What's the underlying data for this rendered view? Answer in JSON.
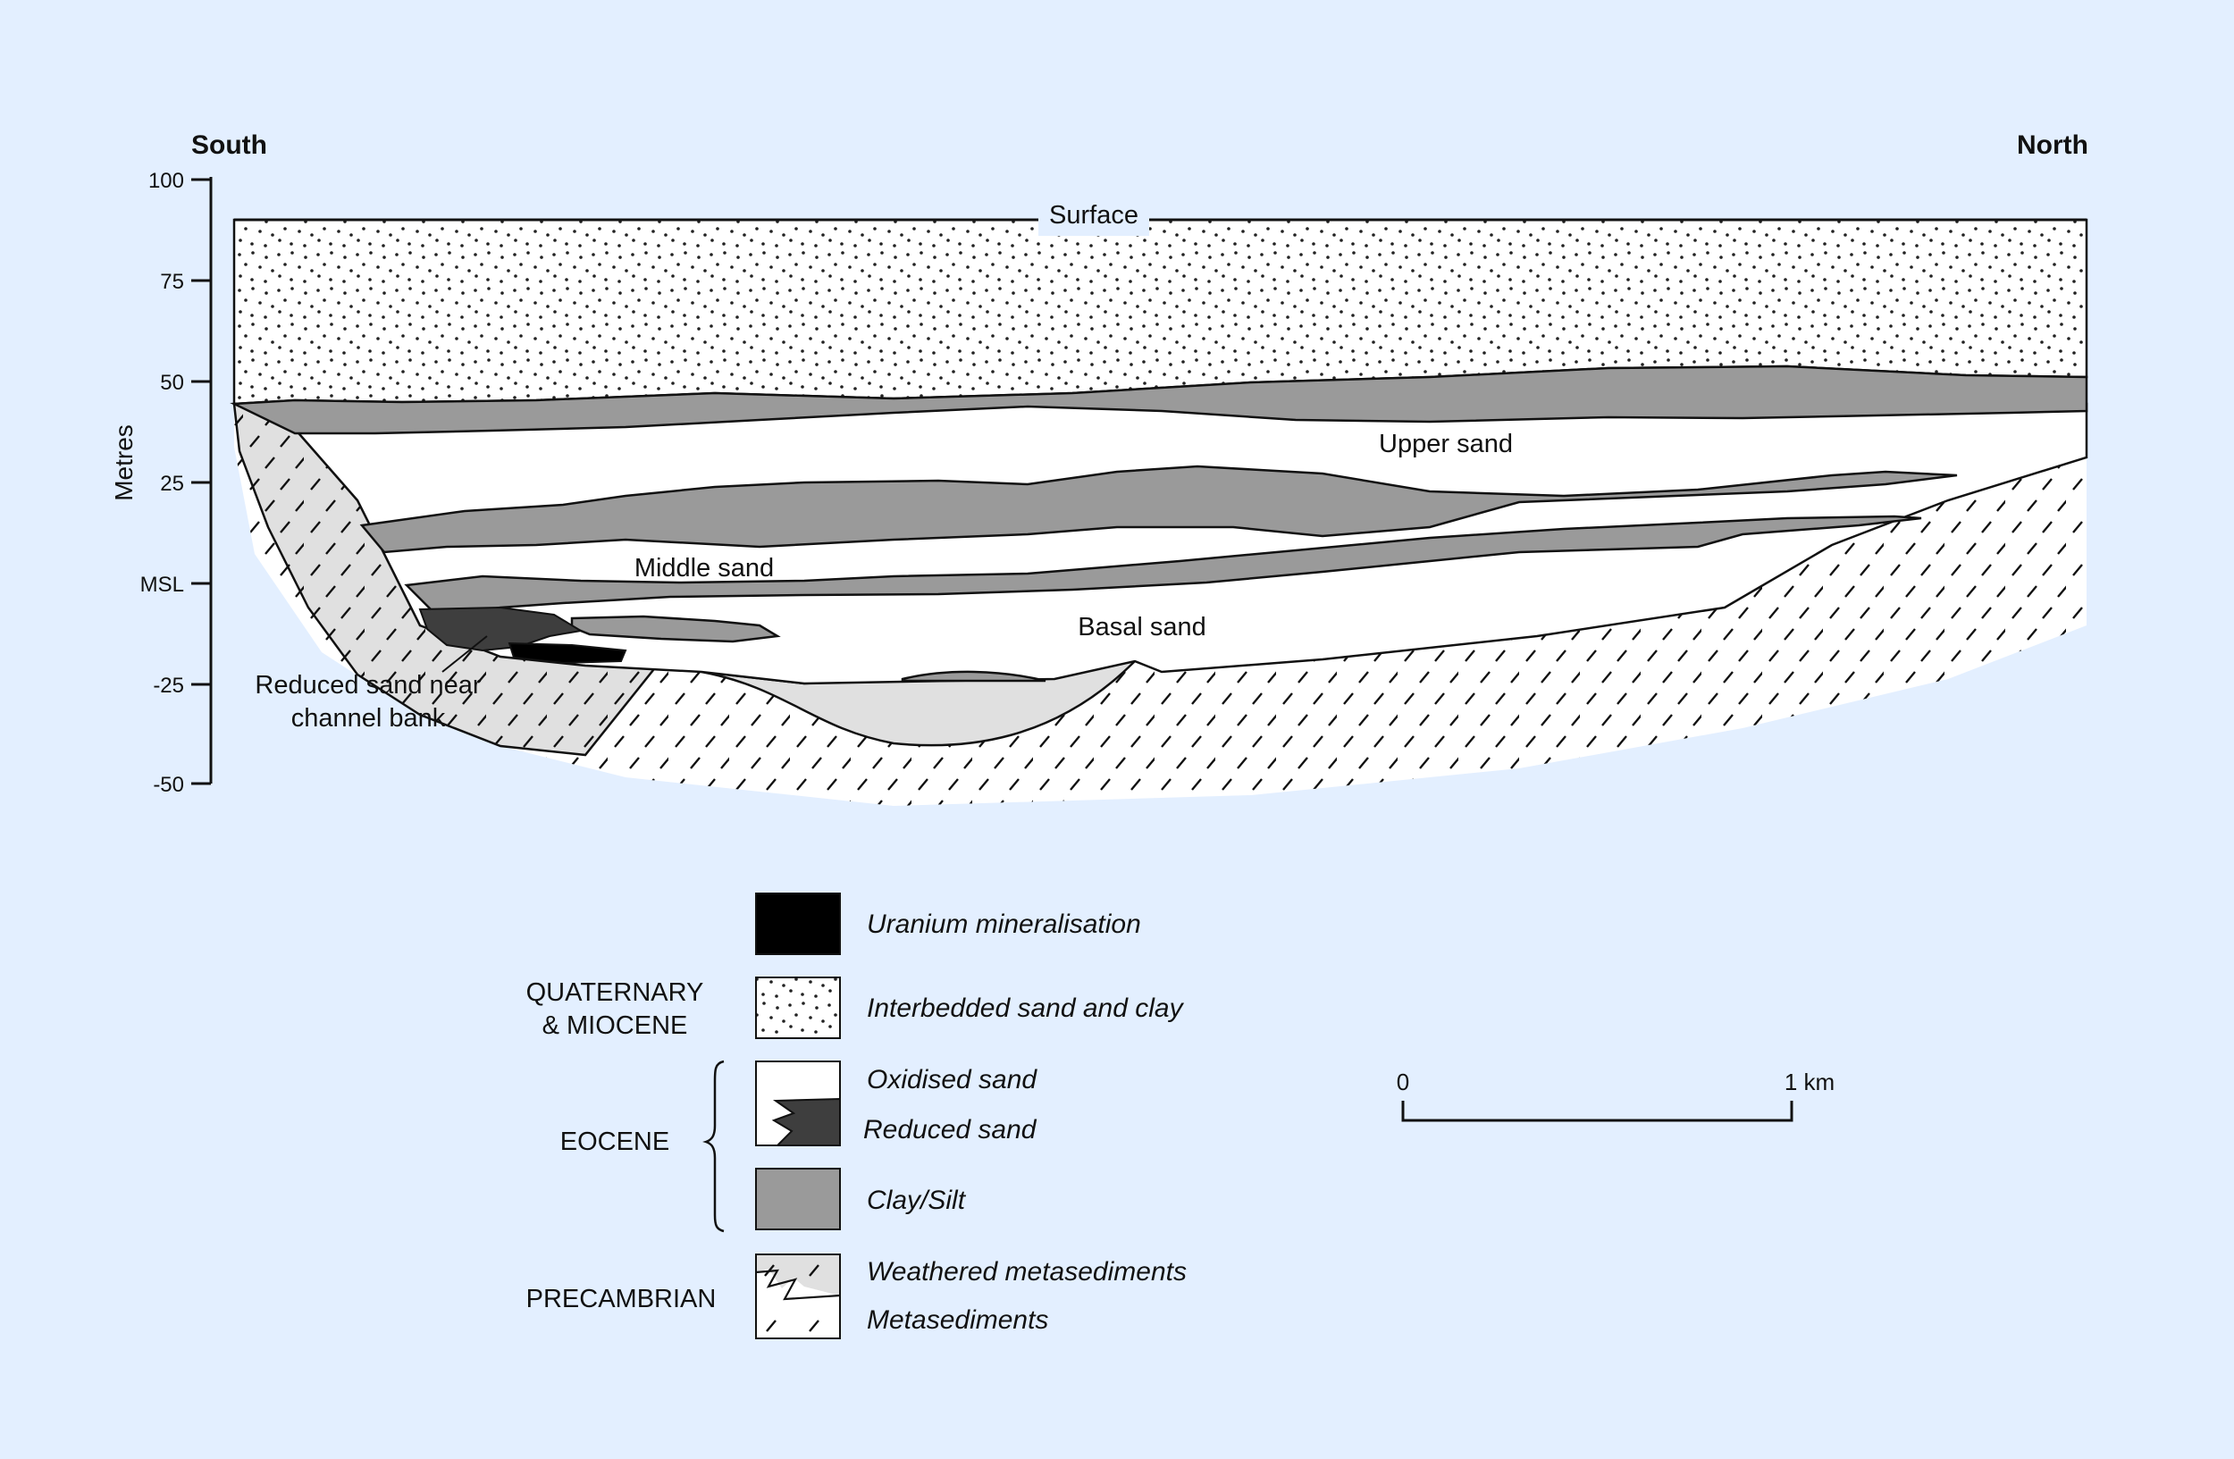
{
  "section": {
    "left_end": "South",
    "right_end": "North",
    "y_axis_title": "Metres",
    "y_ticks": [
      "100",
      "75",
      "50",
      "25",
      "MSL",
      "-25",
      "-50"
    ],
    "surface_label": "Surface",
    "units": {
      "upper": "Upper sand",
      "middle": "Middle sand",
      "basal": "Basal sand"
    },
    "annotation": [
      "Reduced sand near",
      "channel bank"
    ]
  },
  "legend": {
    "ages": {
      "quaternary": [
        "QUATERNARY",
        "& MIOCENE"
      ],
      "eocene": "EOCENE",
      "precambrian": "PRECAMBRIAN"
    },
    "items": {
      "uranium": "Uranium mineralisation",
      "interbedded": "Interbedded sand and clay",
      "oxidised": "Oxidised sand",
      "reduced": "Reduced sand",
      "clay": "Clay/Silt",
      "weathered": "Weathered metasediments",
      "meta": "Metasediments"
    }
  },
  "scale_bar": {
    "start": "0",
    "end": "1 km"
  },
  "colors": {
    "background": "#e3efff",
    "clay_silt": "#9a9a9a",
    "reduced_sand": "#3e3e3e",
    "uranium": "#000000",
    "weathered_metasediments": "#e0e0e0",
    "oxidised_sand": "#ffffff"
  }
}
